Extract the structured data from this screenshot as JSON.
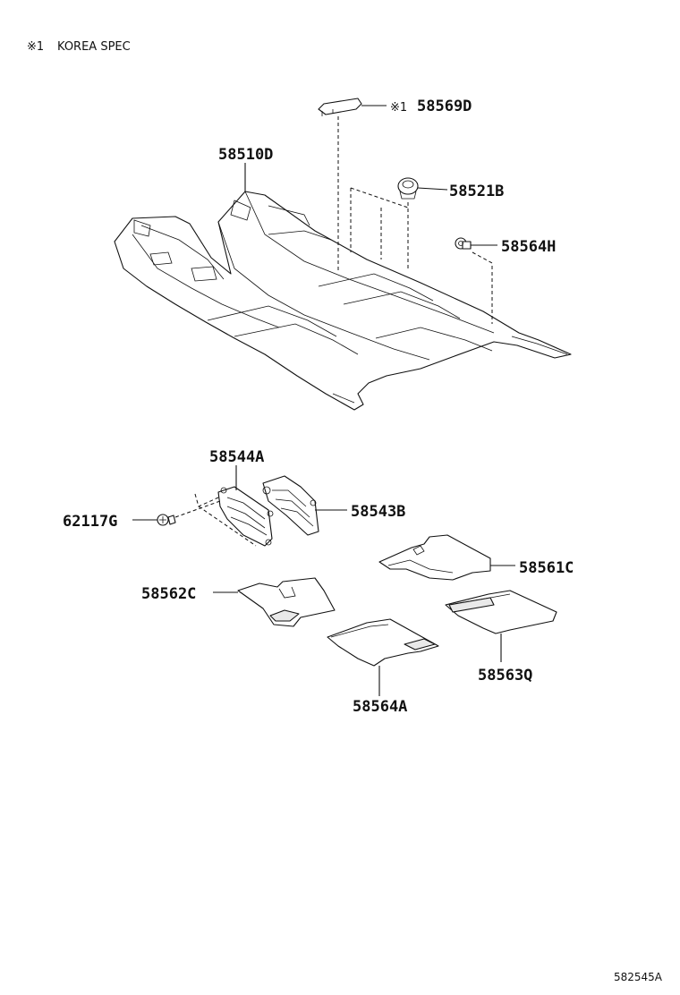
{
  "note": {
    "symbol": "※1",
    "text": "KOREA SPEC"
  },
  "labels": {
    "p58569D": {
      "symbol": "※1",
      "number": "58569D"
    },
    "p58510D": {
      "number": "58510D"
    },
    "p58521B": {
      "number": "58521B"
    },
    "p58564H": {
      "number": "58564H"
    },
    "p58544A": {
      "number": "58544A"
    },
    "p58543B": {
      "number": "58543B"
    },
    "p62117G": {
      "number": "62117G"
    },
    "p58561C": {
      "number": "58561C"
    },
    "p58562C": {
      "number": "58562C"
    },
    "p58563Q": {
      "number": "58563Q"
    },
    "p58564A": {
      "number": "58564A"
    }
  },
  "diagram_code": "582545A"
}
